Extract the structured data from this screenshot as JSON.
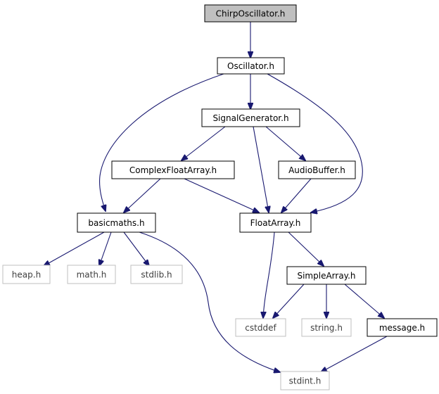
{
  "nodes": {
    "chirp": {
      "label": "ChirpOscillator.h",
      "kind": "current"
    },
    "osc": {
      "label": "Oscillator.h",
      "kind": "file"
    },
    "siggen": {
      "label": "SignalGenerator.h",
      "kind": "file"
    },
    "complex": {
      "label": "ComplexFloatArray.h",
      "kind": "file"
    },
    "audio": {
      "label": "AudioBuffer.h",
      "kind": "file"
    },
    "basic": {
      "label": "basicmaths.h",
      "kind": "file"
    },
    "float": {
      "label": "FloatArray.h",
      "kind": "file"
    },
    "heap": {
      "label": "heap.h",
      "kind": "external"
    },
    "math": {
      "label": "math.h",
      "kind": "external"
    },
    "stdlib": {
      "label": "stdlib.h",
      "kind": "external"
    },
    "simple": {
      "label": "SimpleArray.h",
      "kind": "file"
    },
    "cstddef": {
      "label": "cstddef",
      "kind": "external"
    },
    "string": {
      "label": "string.h",
      "kind": "external"
    },
    "message": {
      "label": "message.h",
      "kind": "file"
    },
    "stdint": {
      "label": "stdint.h",
      "kind": "external"
    }
  },
  "colors": {
    "current_fill": "#bfbfbf",
    "file_border": "#000000",
    "external_border": "#bfbfbf",
    "edge": "#191970"
  }
}
